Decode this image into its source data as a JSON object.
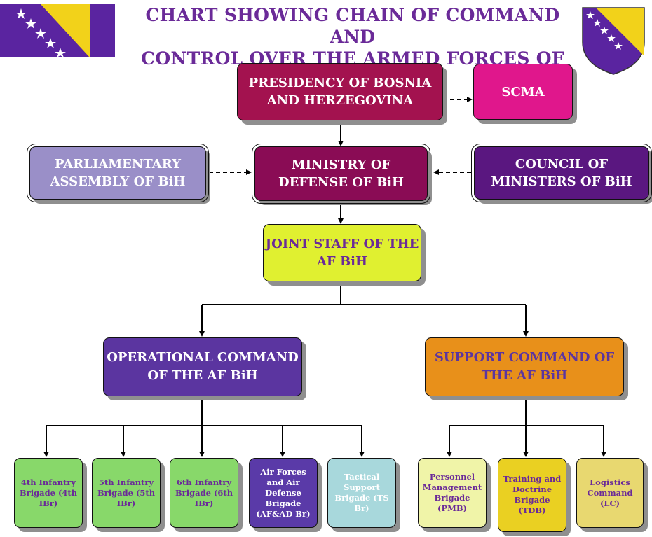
{
  "title": {
    "line1": "CHART SHOWING CHAIN OF COMMAND AND",
    "line2": "CONTROL OVER THE ARMED FORCES OF BiH"
  },
  "nodes": {
    "presidency": "PRESIDENCY OF BOSNIA AND HERZEGOVINA",
    "scma": "SCMA",
    "parliament": "PARLIAMENTARY ASSEMBLY OF BiH",
    "ministry": "MINISTRY OF DEFENSE OF BiH",
    "council": "COUNCIL OF MINISTERS OF BiH",
    "joint_staff": "JOINT STAFF OF THE AF BiH",
    "operational": "OPERATIONAL COMMAND OF THE AF BiH",
    "support": "SUPPORT COMMAND OF THE AF BiH",
    "ib4": "4th Infantry Brigade (4th IBr)",
    "ib5": "5th Infantry Brigade (5th IBr)",
    "ib6": "6th Infantry Brigade (6th IBr)",
    "afad": "Air Forces and Air Defense Brigade (AF&AD Br)",
    "tsb": "Tactical Support Brigade (TS Br)",
    "pmb": "Personnel Management Brigade (PMB)",
    "tdb": "Training and Doctrine Brigade (TDB)",
    "lc": "Logistics Command (LC)"
  },
  "colors": {
    "title": "#6a2a98",
    "presidency": "#a3124f",
    "scma": "#e0178c",
    "parliament": "#9a8fc8",
    "ministry": "#8a0c55",
    "council": "#5a1780",
    "joint_staff": "#e0f030",
    "operational": "#5b35a0",
    "support": "#e8901a",
    "infantry": "#88d86a",
    "afad": "#5a3aa8",
    "tsb": "#a8d8dc",
    "pmb": "#f0f4a8",
    "tdb": "#ead022",
    "lc": "#e8d870"
  }
}
